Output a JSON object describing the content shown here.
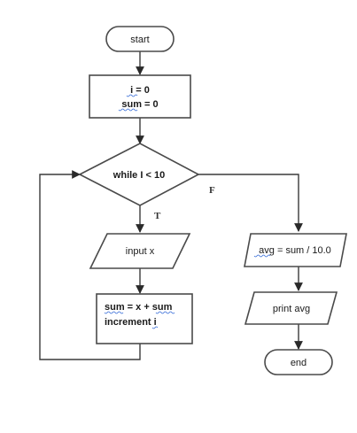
{
  "flowchart": {
    "start": "start",
    "init_line1": "i = 0",
    "init_line2": "sum = 0",
    "decision": "while I < 10",
    "false_label": "F",
    "true_label": "T",
    "input": "input x",
    "body_line1": "sum = x + sum",
    "body_line2": "increment i",
    "compute": "avg = sum / 10.0",
    "print": "print avg",
    "end": "end"
  }
}
